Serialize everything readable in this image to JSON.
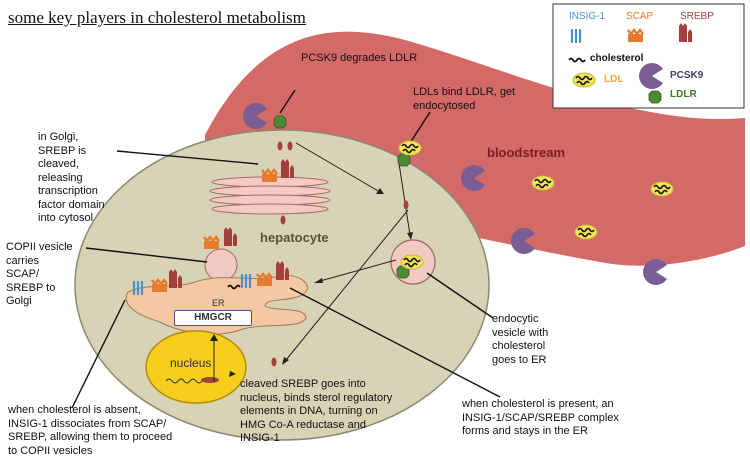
{
  "title": "some key players in cholesterol metabolism",
  "legend": {
    "insig": "INSIG-1",
    "scap": "SCAP",
    "srebp": "SREBP",
    "cholesterol": "cholesterol",
    "ldl": "LDL",
    "pcsk9": "PCSK9",
    "ldlr": "LDLR"
  },
  "regions": {
    "bloodstream": "bloodstream",
    "hepatocyte": "hepatocyte",
    "er": "ER",
    "hmgcr": "HMGCR",
    "nucleus": "nucleus"
  },
  "annotations": {
    "pcsk9": "PCSK9 degrades LDLR",
    "ldl_bind": "LDLs bind LDLR, get\nendocytosed",
    "golgi": "in Golgi,\nSREBP is\ncleaved,\nreleasing\ntranscription\nfactor domain\ninto cytosol",
    "copii": "COPII vesicle\ncarries\nSCAP/\nSREBP to\nGolgi",
    "endocytic": "endocytic\nvesicle with\ncholesterol\ngoes to ER",
    "cleaved": "cleaved SREBP goes into\nnucleus, binds sterol regulatory\nelements in DNA, turning on\nHMG Co-A reductase and\nINSIG-1",
    "absent": "when cholesterol is absent,\nINSIG-1 dissociates from SCAP/\nSREBP, allowing them to proceed\nto COPII vesicles",
    "present": "when cholesterol is present, an\nINSIG-1/SCAP/SREBP complex\nforms and stays in the ER"
  },
  "colors": {
    "bloodstream": "#d46a67",
    "cell": "#d8d3b4",
    "insig": "#4a8fd4",
    "scap": "#e77a2c",
    "srebp": "#a3403c",
    "pcsk9": "#7a5d93",
    "ldlr": "#4d8a34",
    "ldl": "#f4e45a",
    "golgi": "#f2c9c3",
    "nucleus": "#f5cf1c"
  }
}
